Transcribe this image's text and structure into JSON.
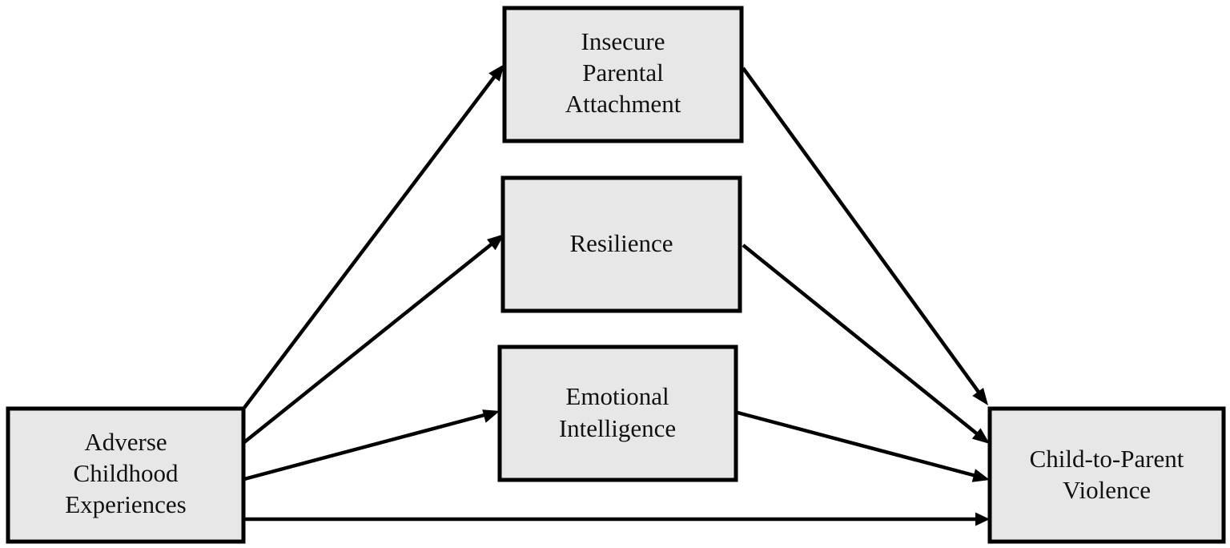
{
  "diagram": {
    "nodes": [
      {
        "id": "ace",
        "lines": [
          "Adverse",
          "Childhood",
          "Experiences"
        ]
      },
      {
        "id": "ipa",
        "lines": [
          "Insecure",
          "Parental",
          "Attachment"
        ]
      },
      {
        "id": "res",
        "lines": [
          "Resilience"
        ]
      },
      {
        "id": "emi",
        "lines": [
          "Emotional",
          "Intelligence"
        ]
      },
      {
        "id": "cpv",
        "lines": [
          "Child-to-Parent",
          "Violence"
        ]
      }
    ],
    "edges": [
      {
        "from": "ace",
        "to": "ipa"
      },
      {
        "from": "ace",
        "to": "res"
      },
      {
        "from": "ace",
        "to": "emi"
      },
      {
        "from": "ace",
        "to": "cpv"
      },
      {
        "from": "ipa",
        "to": "cpv"
      },
      {
        "from": "res",
        "to": "cpv"
      },
      {
        "from": "emi",
        "to": "cpv"
      }
    ]
  }
}
